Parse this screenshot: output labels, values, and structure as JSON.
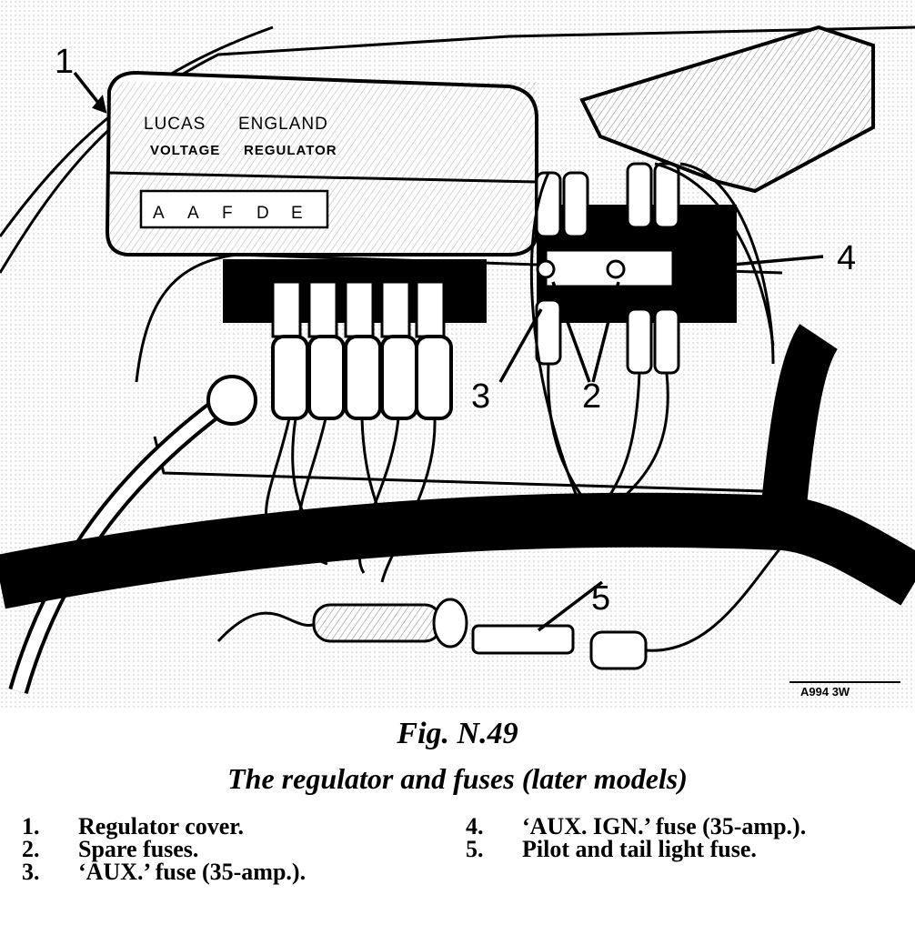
{
  "figure": {
    "number": "Fig. N.49",
    "title": "The regulator and fuses (later models)",
    "reference": "A994 3W"
  },
  "regulator_plate": {
    "brand": "LUCAS",
    "country": "ENGLAND",
    "line1": "VOLTAGE",
    "line2": "REGULATOR",
    "terminals": [
      "A",
      "A",
      "F",
      "D",
      "E"
    ]
  },
  "callouts": [
    "1",
    "2",
    "3",
    "4",
    "5"
  ],
  "legend_left": [
    {
      "num": "1.",
      "text": "Regulator cover."
    },
    {
      "num": "2.",
      "text": "Spare fuses."
    },
    {
      "num": "3.",
      "text": "‘AUX.’ fuse (35-amp.)."
    }
  ],
  "legend_right": [
    {
      "num": "4.",
      "text": "‘AUX. IGN.’ fuse (35-amp.)."
    },
    {
      "num": "5.",
      "text": "Pilot and tail light fuse."
    }
  ]
}
